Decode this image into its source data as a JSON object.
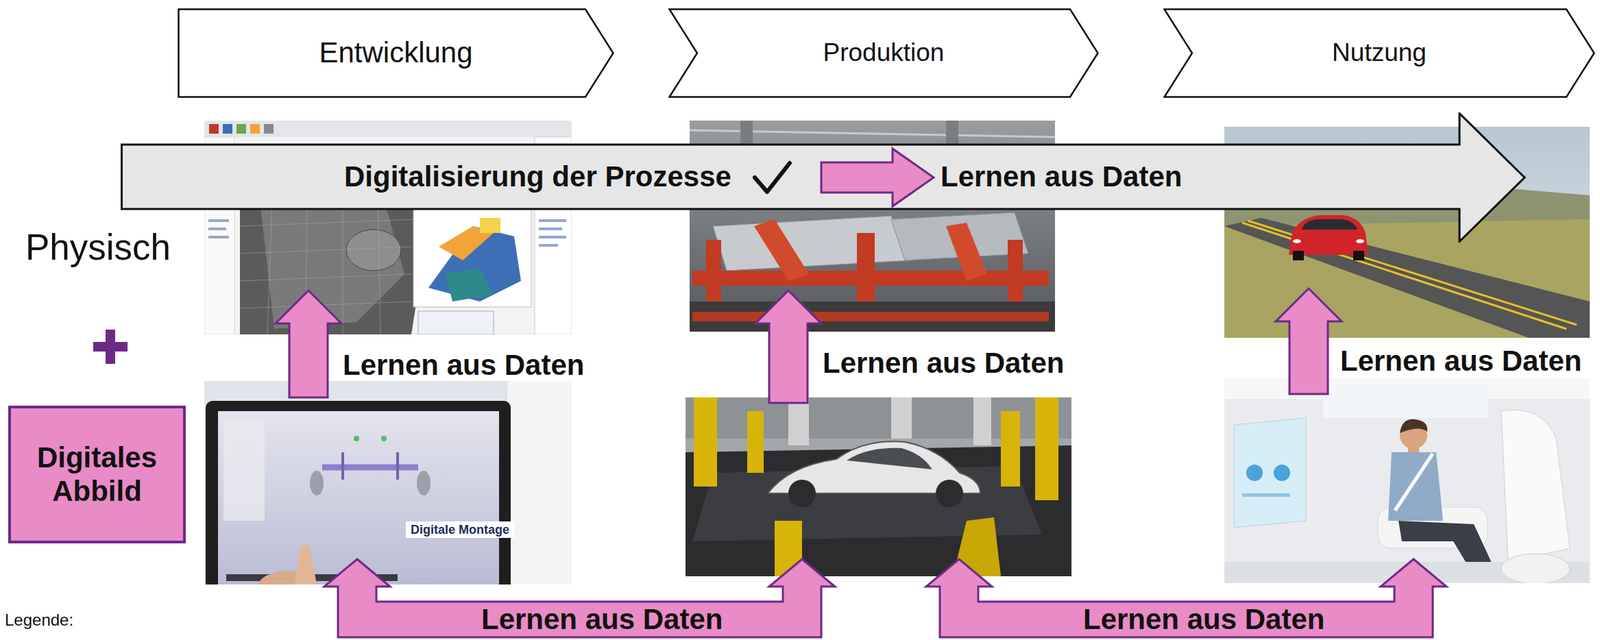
{
  "diagram": {
    "nodes": [
      {
        "text": [
          "Entwicklung"
        ]
      },
      {
        "text": [
          "Produktion"
        ]
      },
      {
        "text": [
          "Nutzung"
        ]
      },
      {
        "text": [
          "Digitalisierung der Prozesse",
          "Lernen aus Daten"
        ]
      },
      {
        "text": [
          "Digitales Abbild"
        ]
      }
    ],
    "labels": [
      "Physisch",
      "Lernen aus Daten",
      "Lernen aus Daten",
      "Lernen aus Daten",
      "Digitale Montage",
      "Lernen aus Daten",
      "Lernen aus Daten",
      "Legende:"
    ]
  }
}
